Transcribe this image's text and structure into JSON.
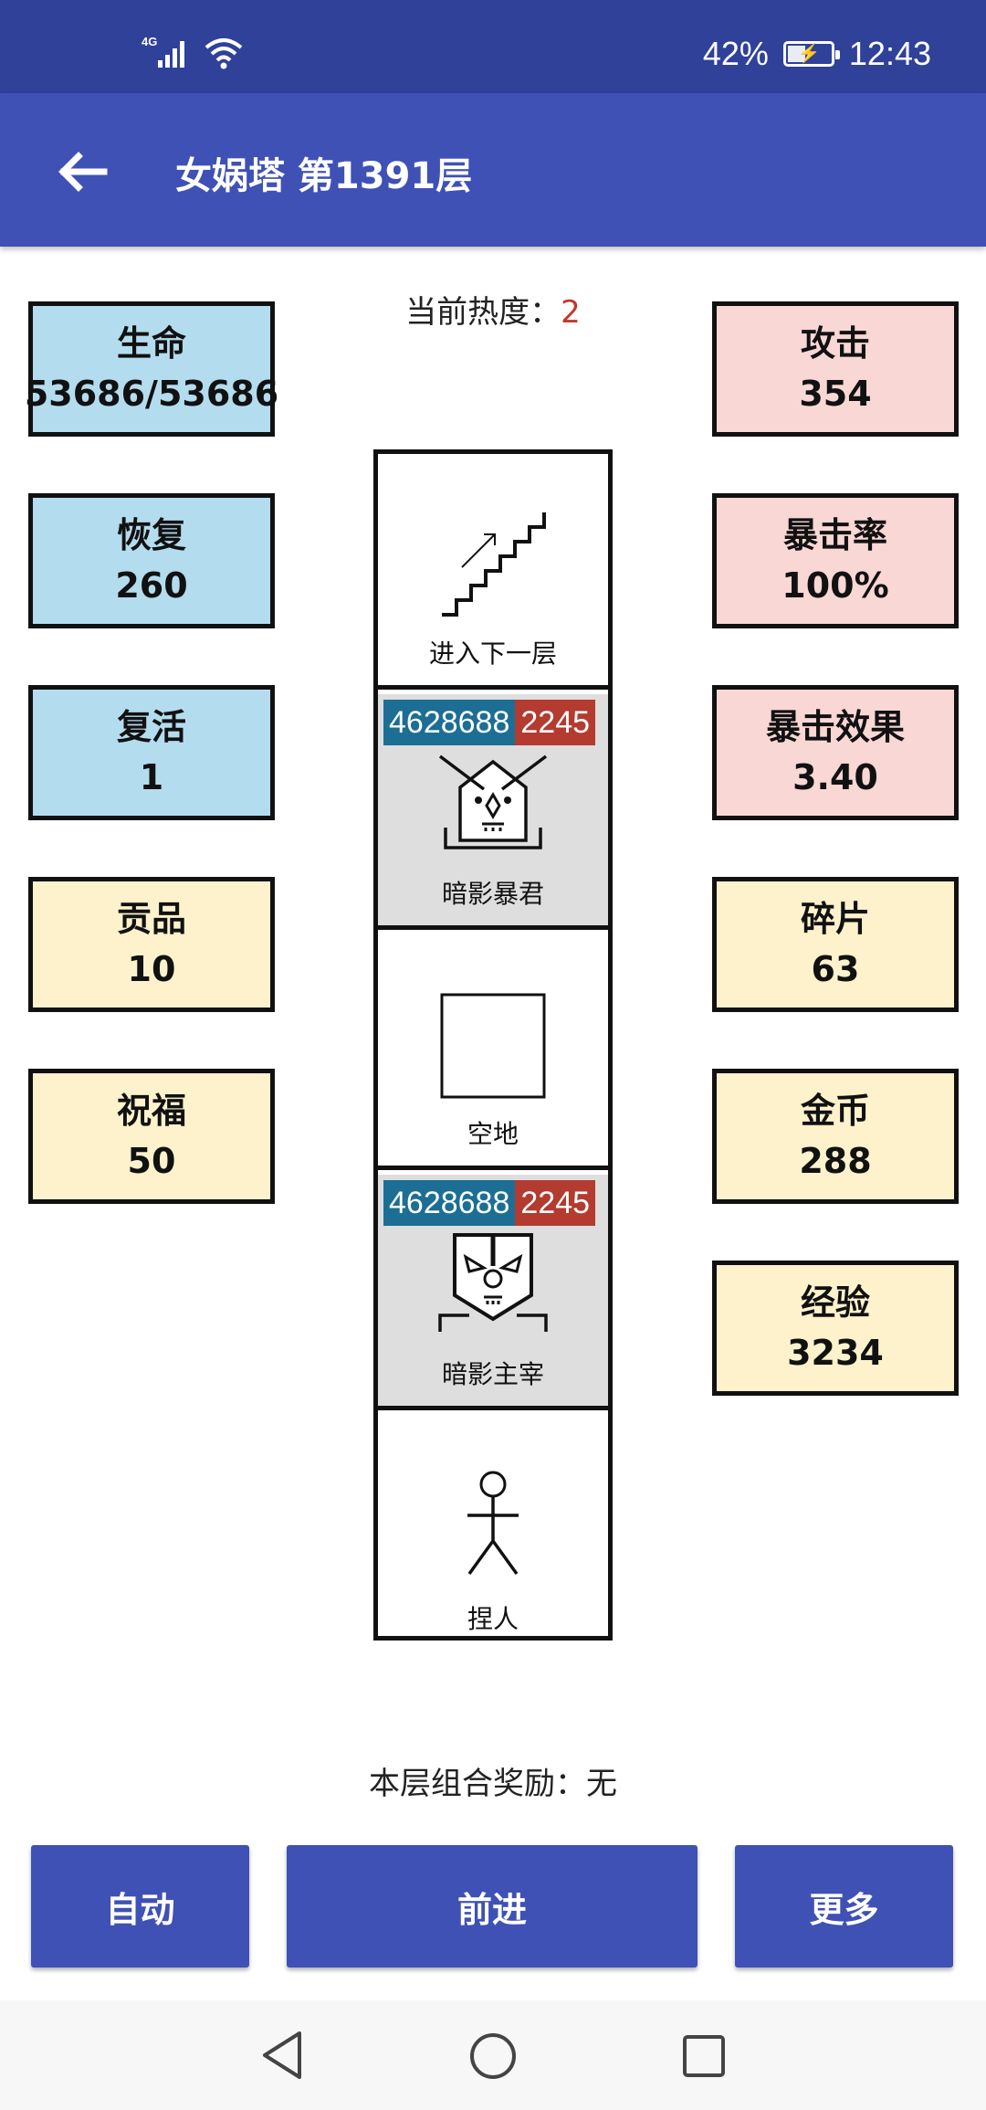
{
  "status_bar": {
    "network": "4G",
    "battery_percent": "42%",
    "battery_level": 0.42,
    "time": "12:43"
  },
  "app_bar": {
    "title": "女娲塔 第1391层"
  },
  "heat": {
    "label": "当前热度：",
    "value": "2"
  },
  "stats_left": [
    {
      "label": "生命",
      "value": "53686/53686",
      "color": "#b4dcef"
    },
    {
      "label": "恢复",
      "value": "260",
      "color": "#b4dcef"
    },
    {
      "label": "复活",
      "value": "1",
      "color": "#b4dcef"
    },
    {
      "label": "贡品",
      "value": "10",
      "color": "#fdf2cc"
    },
    {
      "label": "祝福",
      "value": "50",
      "color": "#fdf2cc"
    }
  ],
  "stats_right": [
    {
      "label": "攻击",
      "value": "354",
      "color": "#f8d7d4"
    },
    {
      "label": "暴击率",
      "value": "100%",
      "color": "#f8d7d4"
    },
    {
      "label": "暴击效果",
      "value": "3.40",
      "color": "#f8d7d4"
    },
    {
      "label": "碎片",
      "value": "63",
      "color": "#fdf2cc"
    },
    {
      "label": "金币",
      "value": "288",
      "color": "#fdf2cc"
    },
    {
      "label": "经验",
      "value": "3234",
      "color": "#fdf2cc"
    }
  ],
  "tower": {
    "cells": [
      {
        "label": "进入下一层",
        "icon": "stairs-icon"
      },
      {
        "label": "暗影暴君",
        "icon": "shadow-tyrant-icon",
        "hp": "4628688",
        "attack": "2245"
      },
      {
        "label": "空地",
        "icon": "empty-square-icon"
      },
      {
        "label": "暗影主宰",
        "icon": "shadow-overlord-icon",
        "hp": "4628688",
        "attack": "2245"
      },
      {
        "label": "捏人",
        "icon": "stick-figure-icon"
      }
    ]
  },
  "reward": {
    "text": "本层组合奖励：无"
  },
  "buttons": {
    "auto": "自动",
    "forward": "前进",
    "more": "更多"
  },
  "colors": {
    "status_bar": "#30419a",
    "app_bar": "#3f51b5",
    "hp_badge": "#1c6e94",
    "attack_badge": "#b33b30",
    "heat_value": "#c0392b"
  }
}
